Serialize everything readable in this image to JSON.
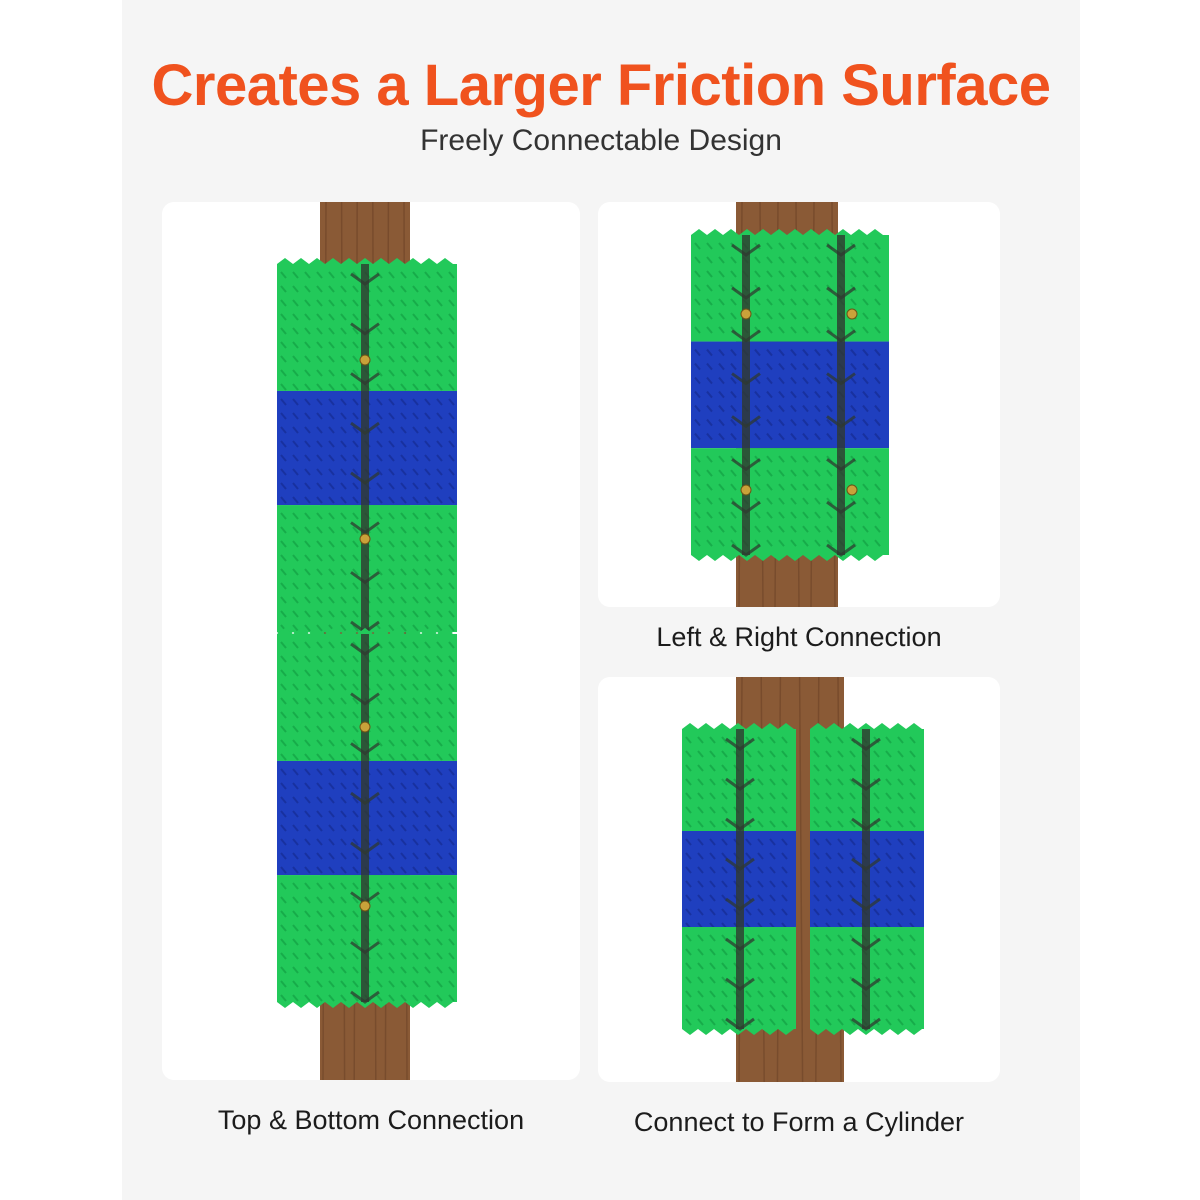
{
  "header": {
    "title": "Creates a Larger Friction Surface",
    "subtitle": "Freely Connectable Design"
  },
  "panels": {
    "top_bottom": {
      "caption": "Top & Bottom Connection"
    },
    "left_right": {
      "caption": "Left & Right Connection"
    },
    "cylinder": {
      "caption": "Connect to Form a Cylinder"
    }
  },
  "colors": {
    "title": "#f0521e",
    "wood": "#8a5a36",
    "wood_dark": "#6b4126",
    "bristle_green": "#22c95a",
    "bristle_green_dark": "#119a40",
    "bristle_blue": "#1f3fbf",
    "bristle_blue_dark": "#15288a",
    "spine": "#2f3a30",
    "screw": "#c9a23a"
  },
  "icons": {
    "product": "bristle-brush-on-post"
  }
}
